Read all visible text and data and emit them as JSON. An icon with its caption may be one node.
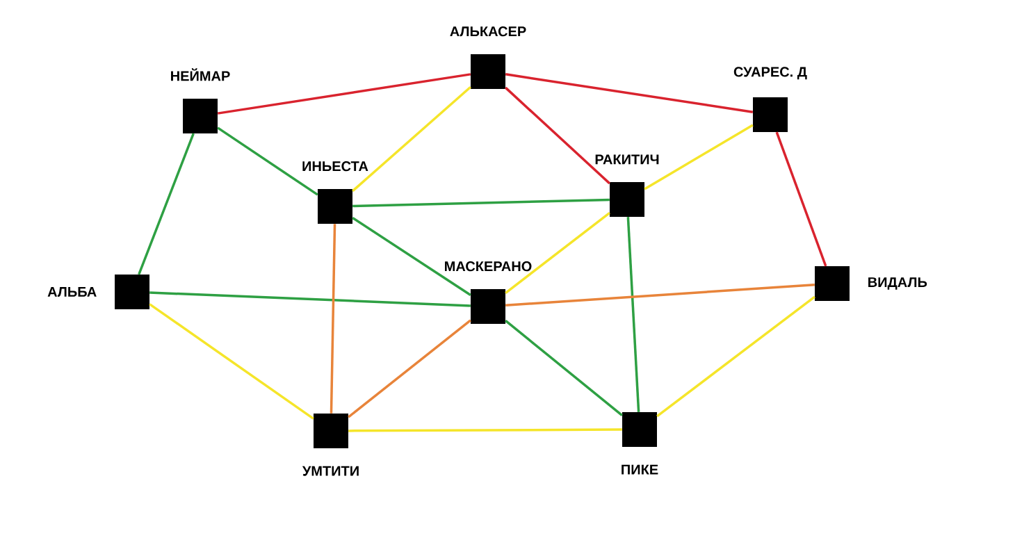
{
  "diagram": {
    "nodes": [
      {
        "text": [
          "АЛЬКАСЕР"
        ]
      },
      {
        "text": [
          "НЕЙМАР"
        ]
      },
      {
        "text": [
          "СУАРЕС. Д"
        ]
      },
      {
        "text": [
          "ИНЬЕСТА"
        ]
      },
      {
        "text": [
          "РАКИТИЧ"
        ]
      },
      {
        "text": [
          "МАСКЕРАНО"
        ]
      },
      {
        "text": [
          "АЛЬБА"
        ]
      },
      {
        "text": [
          "ВИДАЛЬ"
        ]
      },
      {
        "text": [
          "УМТИТИ"
        ]
      },
      {
        "text": [
          "ПИКЕ"
        ]
      }
    ],
    "edges": [
      {
        "from": 1,
        "to": 0,
        "arrow": "none",
        "color": "#d9232e"
      },
      {
        "from": 0,
        "to": 2,
        "arrow": "none",
        "color": "#d9232e"
      },
      {
        "from": 0,
        "to": 4,
        "arrow": "none",
        "color": "#d9232e"
      },
      {
        "from": 2,
        "to": 7,
        "arrow": "none",
        "color": "#d9232e"
      },
      {
        "from": 0,
        "to": 3,
        "arrow": "none",
        "color": "#f5e52a"
      },
      {
        "from": 2,
        "to": 4,
        "arrow": "none",
        "color": "#f5e52a"
      },
      {
        "from": 4,
        "to": 5,
        "arrow": "none",
        "color": "#f5e52a"
      },
      {
        "from": 6,
        "to": 8,
        "arrow": "none",
        "color": "#f5e52a"
      },
      {
        "from": 8,
        "to": 9,
        "arrow": "none",
        "color": "#f5e52a"
      },
      {
        "from": 9,
        "to": 7,
        "arrow": "none",
        "color": "#f5e52a"
      },
      {
        "from": 1,
        "to": 6,
        "arrow": "none",
        "color": "#2ea043"
      },
      {
        "from": 1,
        "to": 3,
        "arrow": "none",
        "color": "#2ea043"
      },
      {
        "from": 3,
        "to": 5,
        "arrow": "none",
        "color": "#2ea043"
      },
      {
        "from": 3,
        "to": 4,
        "arrow": "none",
        "color": "#2ea043"
      },
      {
        "from": 6,
        "to": 5,
        "arrow": "none",
        "color": "#2ea043"
      },
      {
        "from": 5,
        "to": 9,
        "arrow": "none",
        "color": "#2ea043"
      },
      {
        "from": 4,
        "to": 9,
        "arrow": "none",
        "color": "#2ea043"
      },
      {
        "from": 3,
        "to": 8,
        "arrow": "none",
        "color": "#e8843a"
      },
      {
        "from": 5,
        "to": 8,
        "arrow": "none",
        "color": "#e8843a"
      },
      {
        "from": 5,
        "to": 7,
        "arrow": "none",
        "color": "#e8843a"
      }
    ]
  }
}
